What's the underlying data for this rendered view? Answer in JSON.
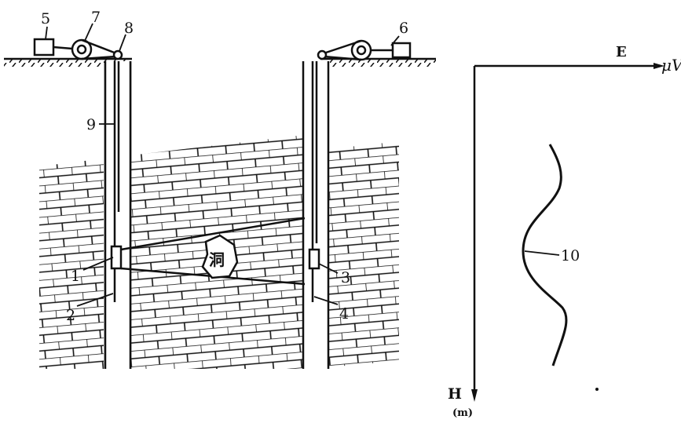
{
  "diagram": {
    "labels": {
      "n1": "1",
      "n2": "2",
      "n3": "3",
      "n4": "4",
      "n5": "5",
      "n6": "6",
      "n7": "7",
      "n8": "8",
      "n9": "9",
      "n10": "10",
      "cave": "洞"
    },
    "graph": {
      "x_axis_label": "E",
      "x_unit": "μV",
      "y_axis_label": "H",
      "y_unit": "(m)"
    },
    "colors": {
      "ink": "#111111",
      "background": "#ffffff"
    }
  }
}
